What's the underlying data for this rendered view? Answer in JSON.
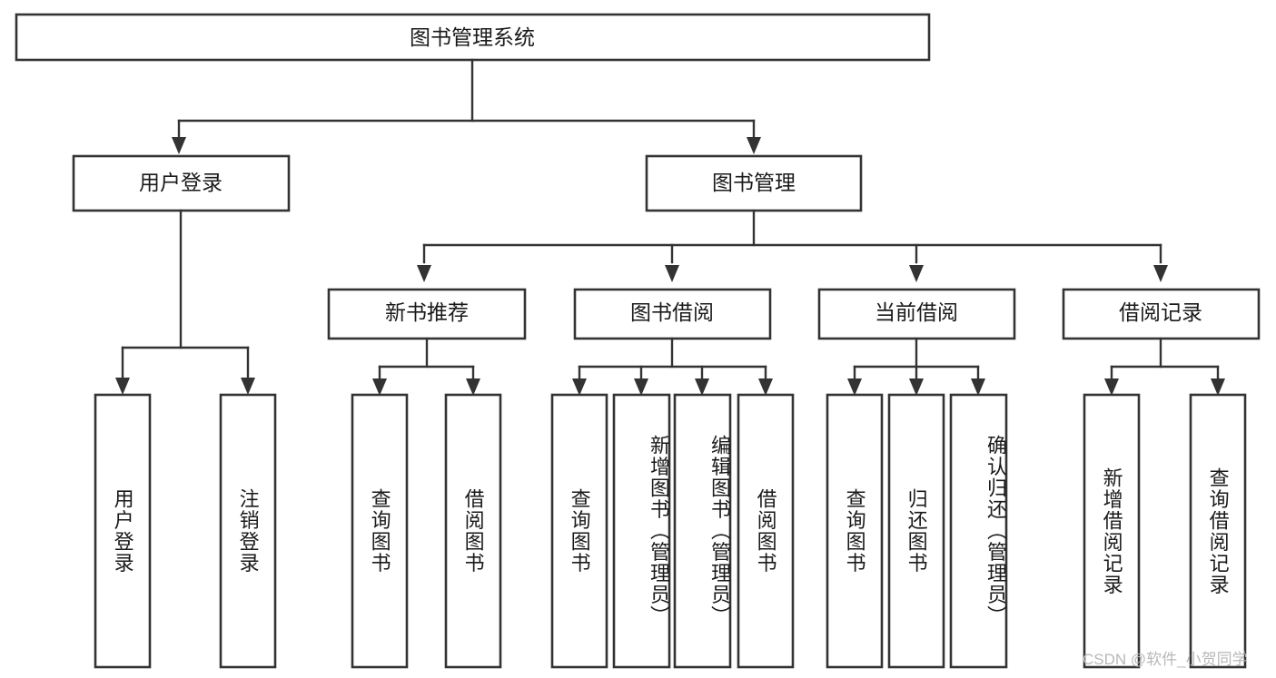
{
  "diagram": {
    "type": "hierarchy-tree",
    "title": "图书管理系统",
    "watermark": "CSDN @软件_小贺同学",
    "colors": {
      "box_stroke": "#333333",
      "box_fill": "#ffffff",
      "text": "#1a1a1a",
      "watermark": "#b8b8b8",
      "background": "#ffffff"
    },
    "levels": {
      "root": {
        "label": "图书管理系统",
        "orientation": "horizontal"
      },
      "level2": [
        {
          "label": "用户登录",
          "orientation": "horizontal"
        },
        {
          "label": "图书管理",
          "orientation": "horizontal"
        }
      ],
      "level3": [
        {
          "label": "新书推荐",
          "orientation": "horizontal"
        },
        {
          "label": "图书借阅",
          "orientation": "horizontal"
        },
        {
          "label": "当前借阅",
          "orientation": "horizontal"
        },
        {
          "label": "借阅记录",
          "orientation": "horizontal"
        }
      ],
      "leaves": {
        "user_login": [
          {
            "label": "用户登录",
            "orientation": "vertical"
          },
          {
            "label": "注销登录",
            "orientation": "vertical"
          }
        ],
        "new_book_recommend": [
          {
            "label": "查询图书",
            "orientation": "vertical"
          },
          {
            "label": "借阅图书",
            "orientation": "vertical"
          }
        ],
        "book_borrow": [
          {
            "label": "查询图书",
            "orientation": "vertical"
          },
          {
            "label": "新增图书（管理员）",
            "orientation": "vertical"
          },
          {
            "label": "编辑图书（管理员）",
            "orientation": "vertical"
          },
          {
            "label": "借阅图书",
            "orientation": "vertical"
          }
        ],
        "current_borrow": [
          {
            "label": "查询图书",
            "orientation": "vertical"
          },
          {
            "label": "归还图书",
            "orientation": "vertical"
          },
          {
            "label": "确认归还（管理员）",
            "orientation": "vertical"
          }
        ],
        "borrow_record": [
          {
            "label": "新增借阅记录",
            "orientation": "vertical"
          },
          {
            "label": "查询借阅记录",
            "orientation": "vertical"
          }
        ]
      }
    }
  }
}
